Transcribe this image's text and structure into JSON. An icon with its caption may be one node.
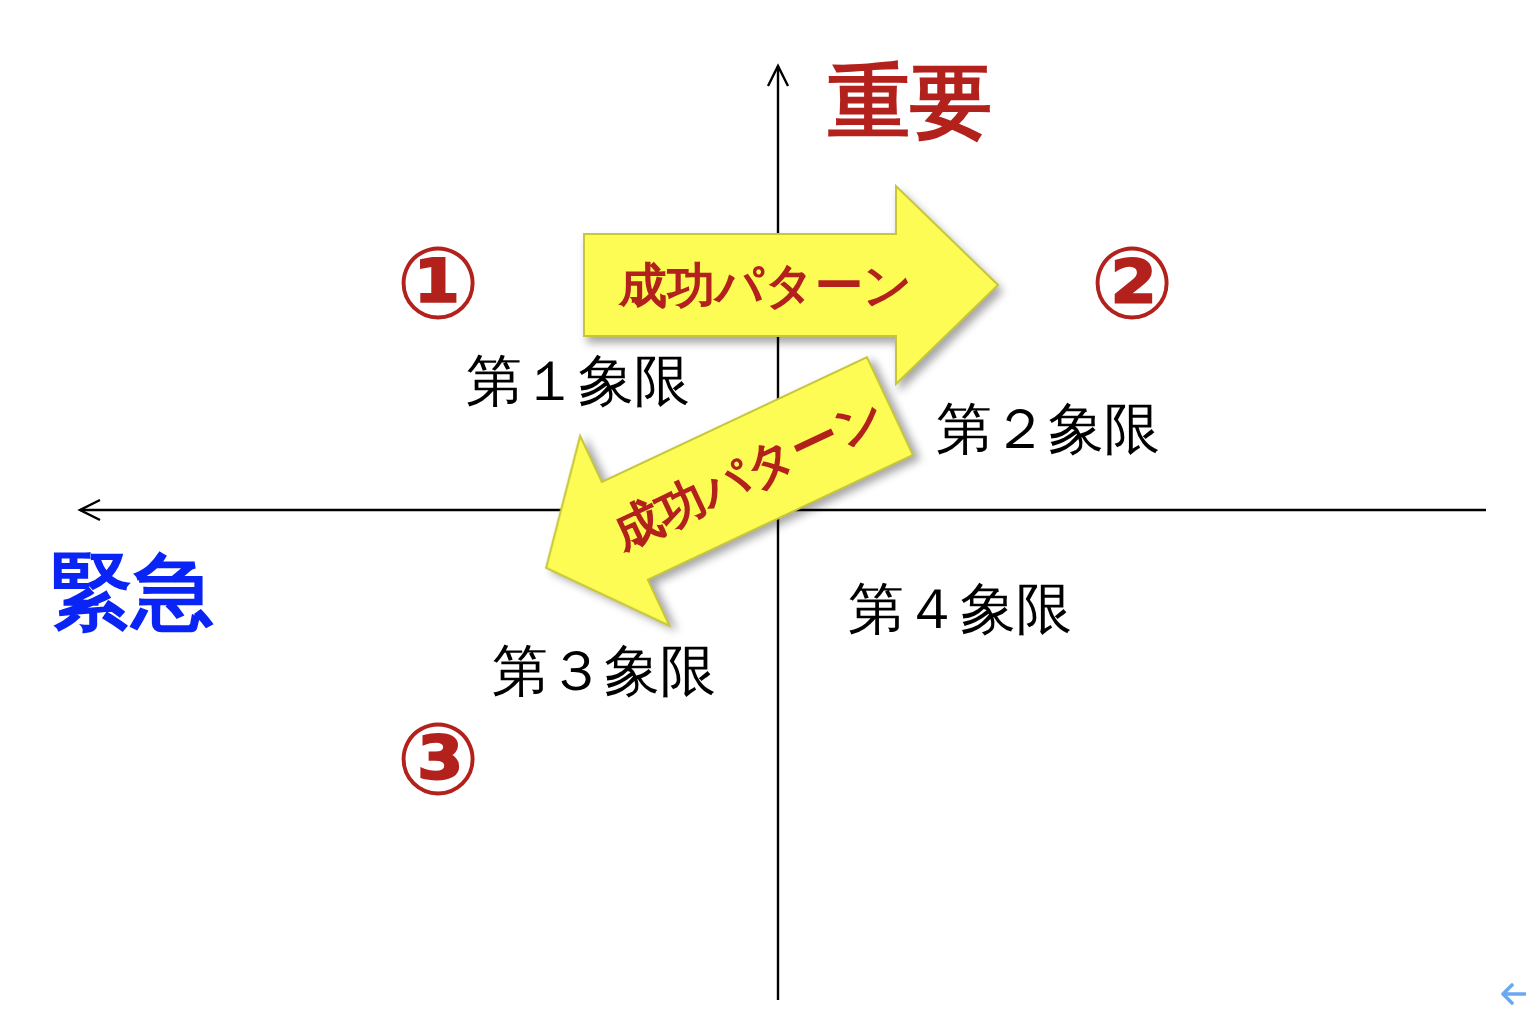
{
  "diagram": {
    "nodes": [
      {
        "text": [
          "成功パターン"
        ]
      },
      {
        "text": [
          "成功パターン"
        ]
      }
    ],
    "labels": [
      "重要",
      "①",
      "②",
      "第１象限",
      "第２象限",
      "緊急",
      "第３象限",
      "第４象限",
      "③"
    ]
  }
}
